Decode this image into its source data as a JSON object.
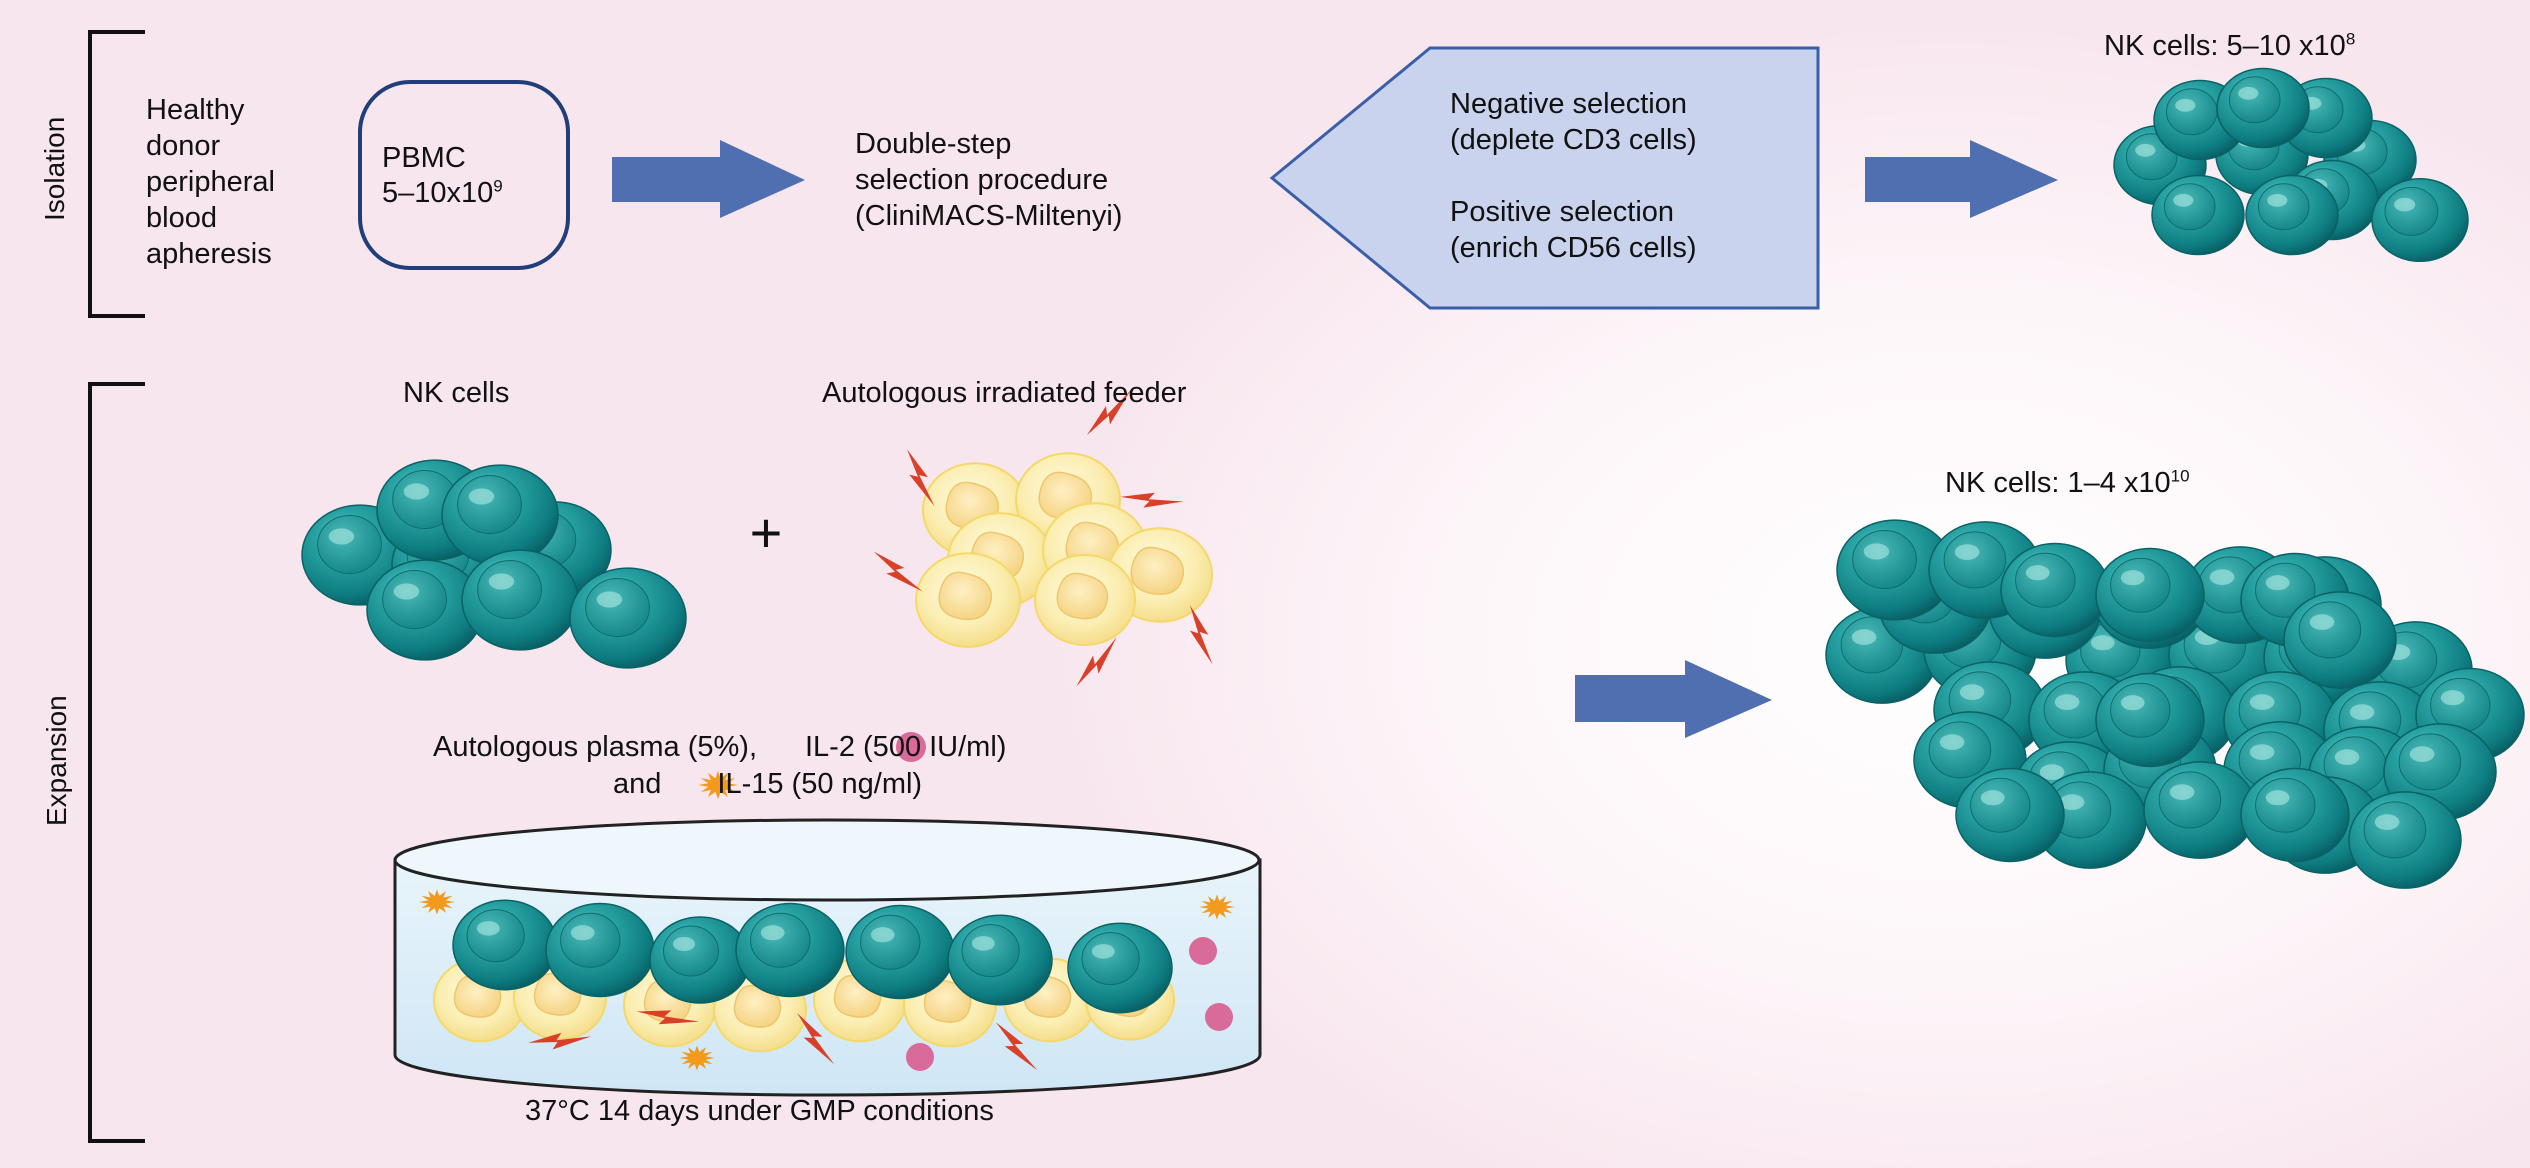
{
  "sections": {
    "isolation": "Isolation",
    "expansion": "Expansion"
  },
  "isolation": {
    "donor_lines": [
      "Healthy",
      "donor",
      "peripheral",
      "blood",
      "apheresis"
    ],
    "pbmc_label": "PBMC",
    "pbmc_count_base": "5–10x10",
    "pbmc_count_exp": "9",
    "procedure_lines": [
      "Double-step",
      "selection procedure",
      "(CliniMACS-Miltenyi)"
    ],
    "negative_selection": [
      "Negative selection",
      "(deplete CD3 cells)"
    ],
    "positive_selection": [
      "Positive selection",
      "(enrich CD56 cells)"
    ],
    "result_base": "NK cells: 5–10 x10",
    "result_exp": "8"
  },
  "expansion": {
    "nk_label": "NK cells",
    "plus": "+",
    "feeder_label": "Autologous irradiated feeder",
    "media_line1_a": "Autologous plasma (5%),",
    "media_line1_b": "IL-2 (500 IU/ml)",
    "media_line2_a": "and",
    "media_line2_b": "IL-15 (50 ng/ml)",
    "conditions": "37°C 14 days under GMP conditions",
    "result_base": "NK cells: 1–4 x10",
    "result_exp": "10"
  },
  "colors": {
    "nk_cell": "#1a9396",
    "feeder_cell": "#f6e39a",
    "arrow": "#4f6fb0",
    "selection_box": "#c9d3ee",
    "il2": "#d86b9a",
    "il15": "#f29a1e",
    "lightning": "#d8402a",
    "dish": "#d8ecf8"
  }
}
